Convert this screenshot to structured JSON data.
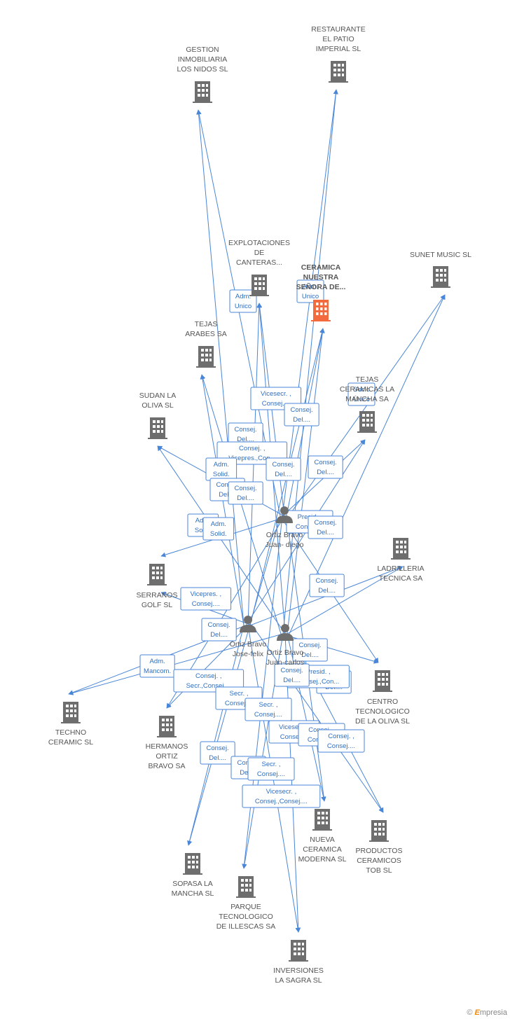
{
  "colors": {
    "edge": "#4a86d8",
    "building": "#6e6e6e",
    "center": "#f26a3e",
    "person": "#6e6e6e"
  },
  "companies": [
    {
      "id": "gestion",
      "label": [
        "GESTION",
        "INMOBILIARIA",
        "LOS NIDOS SL"
      ],
      "icon": "building-icon"
    },
    {
      "id": "restaurante",
      "label": [
        "RESTAURANTE",
        "EL PATIO",
        "IMPERIAL SL"
      ],
      "icon": "building-icon"
    },
    {
      "id": "explotaciones",
      "label": [
        "EXPLOTACIONES",
        "DE",
        "CANTERAS..."
      ],
      "icon": "building-icon"
    },
    {
      "id": "ceramica",
      "label": [
        "CERAMICA",
        "NUESTRA",
        "SEÑORA DE..."
      ],
      "icon": "building-icon",
      "center": true
    },
    {
      "id": "sunet",
      "label": [
        "SUNET MUSIC SL"
      ],
      "icon": "building-icon"
    },
    {
      "id": "tejas_arabes",
      "label": [
        "TEJAS",
        "ARABES SA"
      ],
      "icon": "building-icon"
    },
    {
      "id": "tejas_la_mancha",
      "label": [
        "TEJAS",
        "CERAMICAS LA",
        "MANCHA SA"
      ],
      "icon": "building-icon"
    },
    {
      "id": "sudan",
      "label": [
        "SUDAN LA",
        "OLIVA SL"
      ],
      "icon": "building-icon"
    },
    {
      "id": "ladrilleria",
      "label": [
        "LADRILLERIA",
        "TECNICA SA"
      ],
      "icon": "building-icon"
    },
    {
      "id": "serranos",
      "label": [
        "SERRANOS",
        "GOLF SL"
      ],
      "icon": "building-icon"
    },
    {
      "id": "centro",
      "label": [
        "CENTRO",
        "TECNOLOGICO",
        "DE LA OLIVA SL"
      ],
      "icon": "building-icon"
    },
    {
      "id": "techno",
      "label": [
        "TECHNO",
        "CERAMIC SL"
      ],
      "icon": "building-icon"
    },
    {
      "id": "hermanos",
      "label": [
        "HERMANOS",
        "ORTIZ",
        "BRAVO SA"
      ],
      "icon": "building-icon"
    },
    {
      "id": "nueva",
      "label": [
        "NUEVA",
        "CERAMICA",
        "MODERNA SL"
      ],
      "icon": "building-icon"
    },
    {
      "id": "productos",
      "label": [
        "PRODUCTOS",
        "CERAMICOS",
        "TOB SL"
      ],
      "icon": "building-icon"
    },
    {
      "id": "sopasa",
      "label": [
        "SOPASA LA",
        "MANCHA SL"
      ],
      "icon": "building-icon"
    },
    {
      "id": "parque",
      "label": [
        "PARQUE",
        "TECNOLOGICO",
        "DE ILLESCAS SA"
      ],
      "icon": "building-icon"
    },
    {
      "id": "inversiones",
      "label": [
        "INVERSIONES",
        "LA SAGRA SL"
      ],
      "icon": "building-icon"
    }
  ],
  "persons": [
    {
      "id": "juan_diego",
      "label": [
        "Ortiz Bravo",
        "Juan- diego"
      ],
      "icon": "person-icon"
    },
    {
      "id": "jose_felix",
      "label": [
        "Ortiz Bravo",
        "Jose-felix"
      ],
      "icon": "person-icon"
    },
    {
      "id": "juan_carlos",
      "label": [
        "Ortiz Bravo",
        "Juan-carlos"
      ],
      "icon": "person-icon"
    }
  ],
  "relations": [
    [
      "Adm.",
      "Unico"
    ],
    [
      "Adm.",
      "Unico"
    ],
    [
      "Socio",
      "Único"
    ],
    [
      "Vicesecr. ,",
      "Consej...."
    ],
    [
      "Consej.",
      "Del...."
    ],
    [
      "Consej.",
      "Del...."
    ],
    [
      "Consej. ,",
      "Vicepres.,Con..."
    ],
    [
      "Adm.",
      "Solid."
    ],
    [
      "Consej.",
      "Del...."
    ],
    [
      "Consej.",
      "Del...."
    ],
    [
      "Consej.",
      "Del...."
    ],
    [
      "Consej.",
      "Del...."
    ],
    [
      "Adm.",
      "Solid."
    ],
    [
      "Adm.",
      "Solid."
    ],
    [
      "Presid. ,",
      "Consej...."
    ],
    [
      "Consej.",
      "Del...."
    ],
    [
      "Consej.",
      "Del...."
    ],
    [
      "Vicepres. ,",
      "Consej...."
    ],
    [
      "Consej.",
      "Del...."
    ],
    [
      "Consej.",
      "Del...."
    ],
    [
      "Consej.",
      "Del...."
    ],
    [
      "Adm.",
      "Mancom."
    ],
    [
      "Consej. ,",
      "Secr.,Consej...."
    ],
    [
      "Presid. ,",
      "Consej.,Con..."
    ],
    [
      "Consej.",
      "Del...."
    ],
    [
      "Secr. ,",
      "Consej...."
    ],
    [
      "Secr. ,",
      "Consej...."
    ],
    [
      "Vicesecr. ,",
      "Consej...."
    ],
    [
      "Consej. ,",
      "Consej...."
    ],
    [
      "Consej. ,",
      "Consej...."
    ],
    [
      "Consej.",
      "Del...."
    ],
    [
      "Consej.",
      "Del...."
    ],
    [
      "Secr. ,",
      "Consej...."
    ],
    [
      "Vicesecr. ,",
      "Consej.,Consej...."
    ]
  ],
  "watermark": {
    "symbol": "©",
    "brand_first": "E",
    "brand_rest": "mpresia"
  }
}
